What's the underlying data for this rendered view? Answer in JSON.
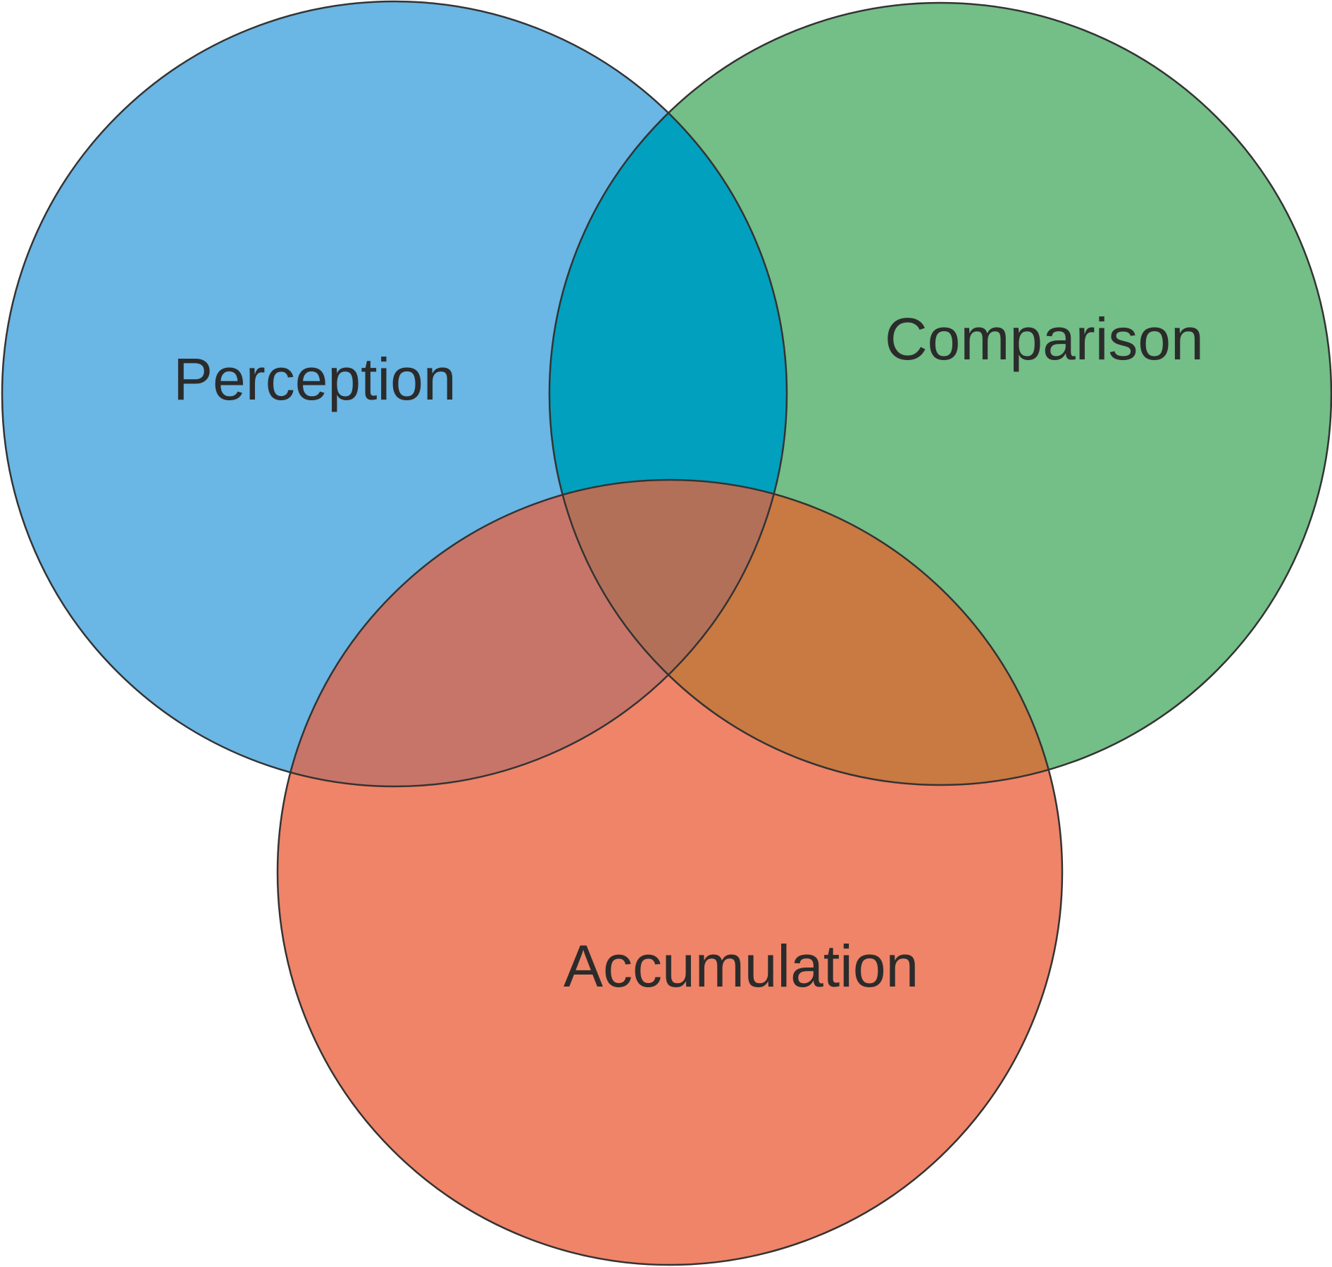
{
  "diagram": {
    "type": "venn",
    "sets": [
      {
        "id": "perception",
        "label": "Perception",
        "color": "#6AB6E4"
      },
      {
        "id": "comparison",
        "label": "Comparison",
        "color": "#74BE87"
      },
      {
        "id": "accumulation",
        "label": "Accumulation",
        "color": "#EF8468"
      }
    ],
    "intersections": [
      {
        "sets": [
          "perception",
          "comparison"
        ],
        "color": "#00A0BE"
      },
      {
        "sets": [
          "perception",
          "accumulation"
        ],
        "color": "#C77568"
      },
      {
        "sets": [
          "comparison",
          "accumulation"
        ],
        "color": "#C97942"
      },
      {
        "sets": [
          "perception",
          "comparison",
          "accumulation"
        ],
        "color": "#B37058"
      }
    ],
    "outline_color": "#333333"
  }
}
